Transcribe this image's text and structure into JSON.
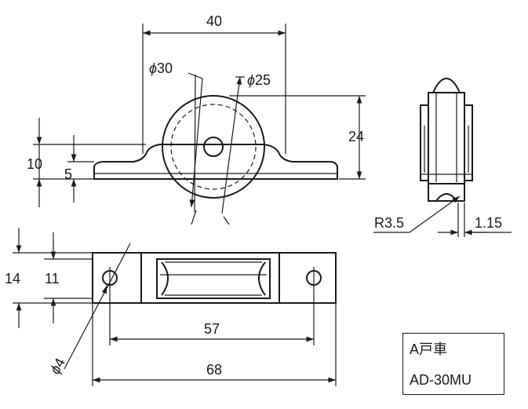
{
  "dimensions": {
    "width_top": "40",
    "phi30": "30",
    "phi25": "25",
    "height_24": "24",
    "left_10": "10",
    "left_5": "5",
    "radius": "R3.5",
    "thickness": "1.15",
    "plan_14": "14",
    "plan_11": "11",
    "hole_pitch": "57",
    "overall_length": "68",
    "hole_phi4": "4"
  },
  "diameter_symbol": "ϕ",
  "product": {
    "name": "A戸車",
    "code": "AD-30MU"
  }
}
